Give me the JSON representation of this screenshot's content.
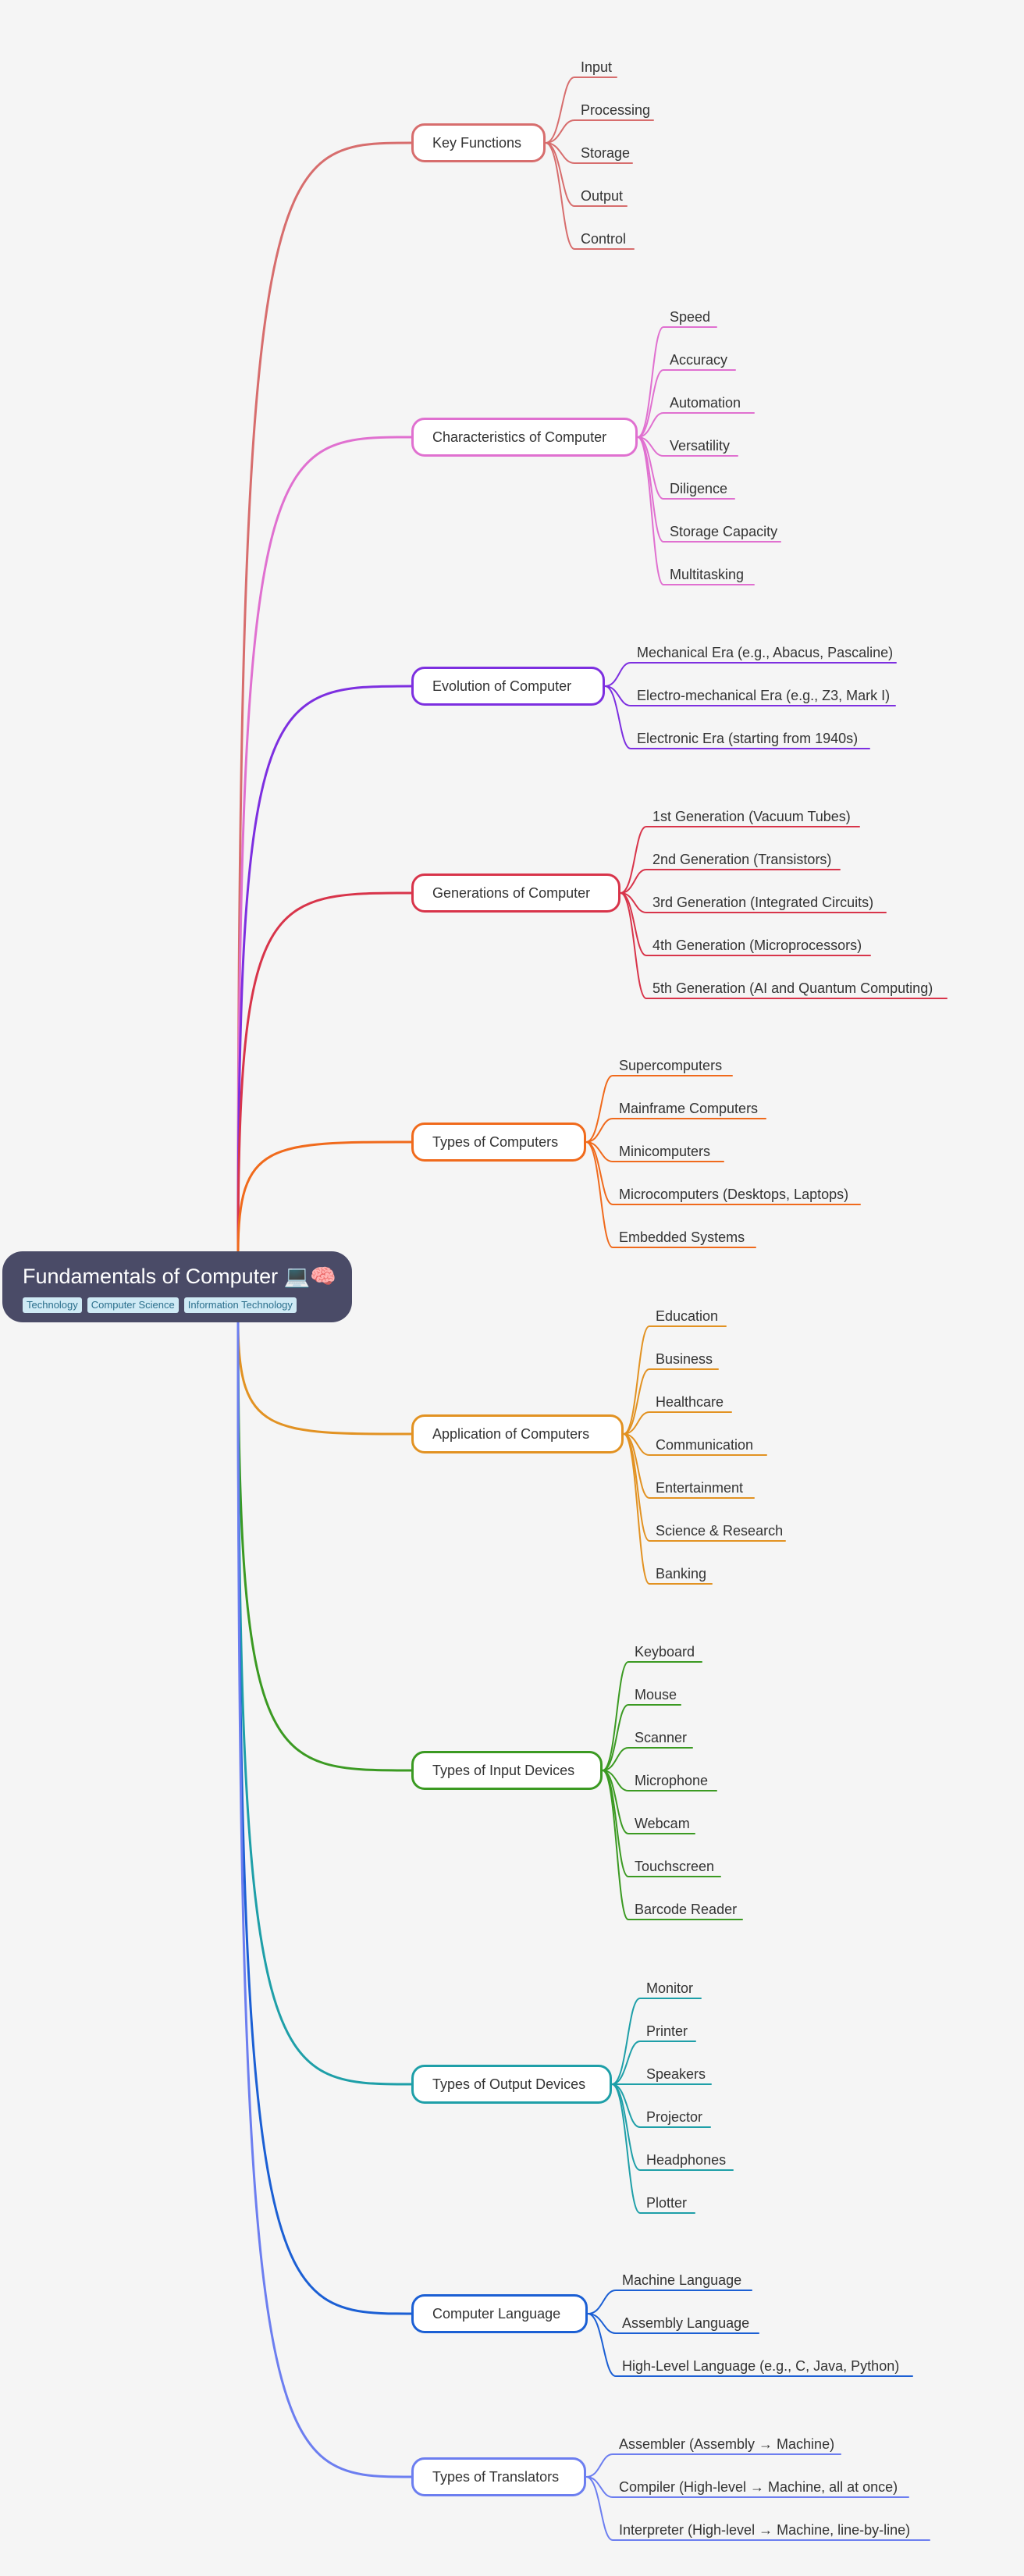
{
  "root": {
    "title": "Fundamentals of Computer 💻🧠",
    "tags": [
      "Technology",
      "Computer Science",
      "Information Technology"
    ]
  },
  "branches": [
    {
      "label": "Key Functions",
      "color": "#d76d6d",
      "children": [
        "Input",
        "Processing",
        "Storage",
        "Output",
        "Control"
      ]
    },
    {
      "label": "Characteristics of Computer",
      "color": "#e070d0",
      "children": [
        "Speed",
        "Accuracy",
        "Automation",
        "Versatility",
        "Diligence",
        "Storage Capacity",
        "Multitasking"
      ]
    },
    {
      "label": "Evolution of Computer",
      "color": "#7d2fe0",
      "children": [
        "Mechanical Era (e.g., Abacus, Pascaline)",
        "Electro-mechanical Era (e.g., Z3, Mark I)",
        "Electronic Era (starting from 1940s)"
      ]
    },
    {
      "label": "Generations of Computer",
      "color": "#d8344a",
      "children": [
        "1st Generation (Vacuum Tubes)",
        "2nd Generation (Transistors)",
        "3rd Generation (Integrated Circuits)",
        "4th Generation (Microprocessors)",
        "5th Generation (AI and Quantum Computing)"
      ]
    },
    {
      "label": "Types of Computers",
      "color": "#f06a1c",
      "children": [
        "Supercomputers",
        "Mainframe Computers",
        "Minicomputers",
        "Microcomputers (Desktops, Laptops)",
        "Embedded Systems"
      ]
    },
    {
      "label": "Application of Computers",
      "color": "#e29222",
      "children": [
        "Education",
        "Business",
        "Healthcare",
        "Communication",
        "Entertainment",
        "Science & Research",
        "Banking"
      ]
    },
    {
      "label": "Types of Input Devices",
      "color": "#3b9a22",
      "children": [
        "Keyboard",
        "Mouse",
        "Scanner",
        "Microphone",
        "Webcam",
        "Touchscreen",
        "Barcode Reader"
      ]
    },
    {
      "label": "Types of Output Devices",
      "color": "#1e9fa8",
      "children": [
        "Monitor",
        "Printer",
        "Speakers",
        "Projector",
        "Headphones",
        "Plotter"
      ]
    },
    {
      "label": "Computer Language",
      "color": "#1b5fd4",
      "children": [
        "Machine Language",
        "Assembly Language",
        "High-Level Language (e.g., C, Java, Python)"
      ]
    },
    {
      "label": "Types of Translators",
      "color": "#6c7ef0",
      "children": [
        "Assembler (Assembly → Machine)",
        "Compiler (High-level → Machine, all at once)",
        "Interpreter (High-level → Machine, line-by-line)"
      ]
    }
  ]
}
